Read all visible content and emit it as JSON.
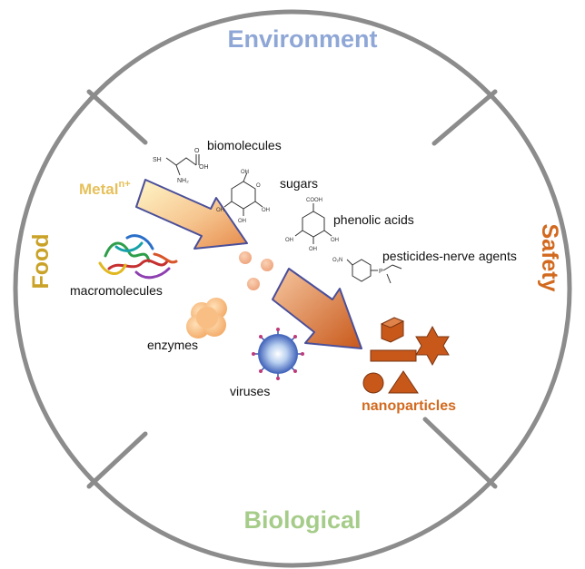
{
  "quadrants": {
    "top": "Environment",
    "left": "Food",
    "right": "Safety",
    "bottom": "Biological"
  },
  "source": {
    "label": "Metal",
    "superscript": "n+"
  },
  "molecules": {
    "biomolecules": "biomolecules",
    "sugars": "sugars",
    "phenolic_acids": "phenolic acids",
    "pesticides": "pesticides-nerve agents",
    "macromolecules": "macromolecules",
    "enzymes": "enzymes",
    "viruses": "viruses"
  },
  "product": "nanoparticles",
  "structure_labels": {
    "sh": "SH",
    "oh": "OH",
    "o": "O",
    "nh2": "NH₂",
    "cooh": "COOH",
    "no2": "O₂N",
    "p": "P"
  },
  "colors": {
    "environment": "#8FA7D6",
    "food": "#C9A227",
    "safety": "#D2691E",
    "biological": "#A6CC8A",
    "metal": "#E6C05A",
    "nanoparticle": "#C8581A",
    "ring": "#8C8C8C"
  }
}
